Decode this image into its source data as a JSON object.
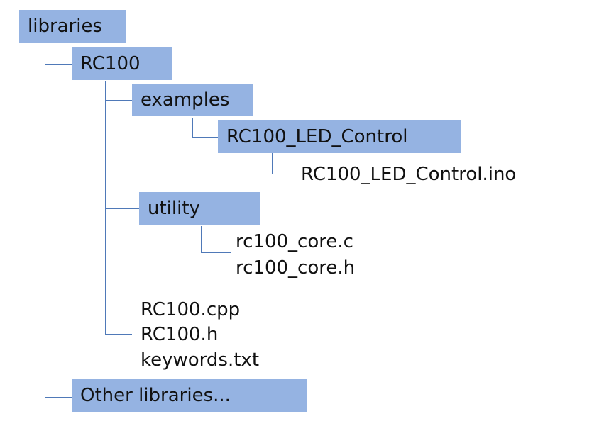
{
  "colors": {
    "folder_fill": "#95b3e2",
    "connector": "#4f79b8",
    "text": "#111111"
  },
  "folders": {
    "root": "libraries",
    "rc100": "RC100",
    "examples": "examples",
    "led_control": "RC100_LED_Control",
    "utility": "utility",
    "other": "Other libraries..."
  },
  "files": {
    "led_control_ino": "RC100_LED_Control.ino",
    "core_c": "rc100_core.c",
    "core_h": "rc100_core.h",
    "rc100_cpp": "RC100.cpp",
    "rc100_h": "RC100.h",
    "keywords": "keywords.txt"
  }
}
